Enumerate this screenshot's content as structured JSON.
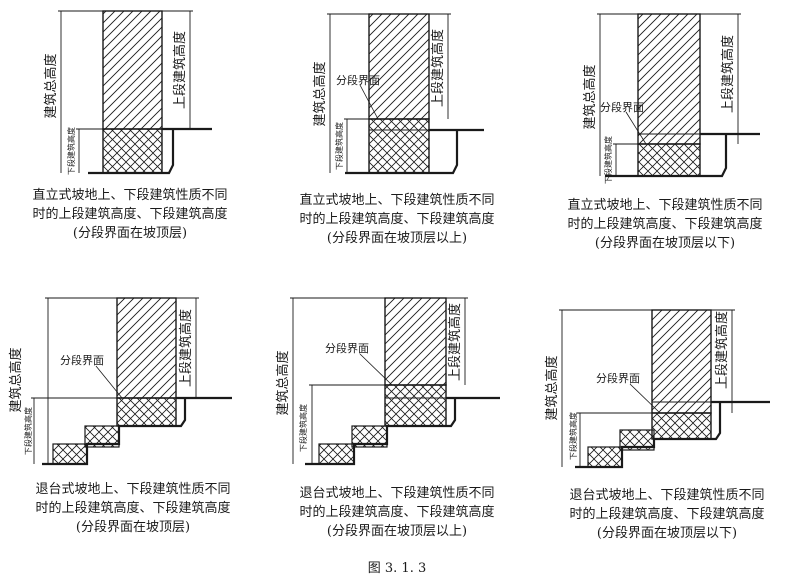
{
  "figure_title": "图 3. 1. 3",
  "labels": {
    "total_height": "建筑总高度",
    "upper_height": "上段建筑高度",
    "lower_height": "下段建筑高度",
    "interface": "分段界面"
  },
  "panels": [
    {
      "id": "panel-1",
      "caption": [
        "直立式坡地上、下段建筑性质不同",
        "时的上段建筑高度、下段建筑高度",
        "(分段界面在坡顶层)"
      ]
    },
    {
      "id": "panel-2",
      "caption": [
        "直立式坡地上、下段建筑性质不同",
        "时的上段建筑高度、下段建筑高度",
        "(分段界面在坡顶层以上)"
      ]
    },
    {
      "id": "panel-3",
      "caption": [
        "直立式坡地上、下段建筑性质不同",
        "时的上段建筑高度、下段建筑高度",
        "(分段界面在坡顶层以下)"
      ]
    },
    {
      "id": "panel-4",
      "caption": [
        "退台式坡地上、下段建筑性质不同",
        "时的上段建筑高度、下段建筑高度",
        "(分段界面在坡顶层)"
      ]
    },
    {
      "id": "panel-5",
      "caption": [
        "退台式坡地上、下段建筑性质不同",
        "时的上段建筑高度、下段建筑高度",
        "(分段界面在坡顶层以上)"
      ]
    },
    {
      "id": "panel-6",
      "caption": [
        "退台式坡地上、下段建筑性质不同",
        "时的上段建筑高度、下段建筑高度",
        "(分段界面在坡顶层以下)"
      ]
    }
  ]
}
